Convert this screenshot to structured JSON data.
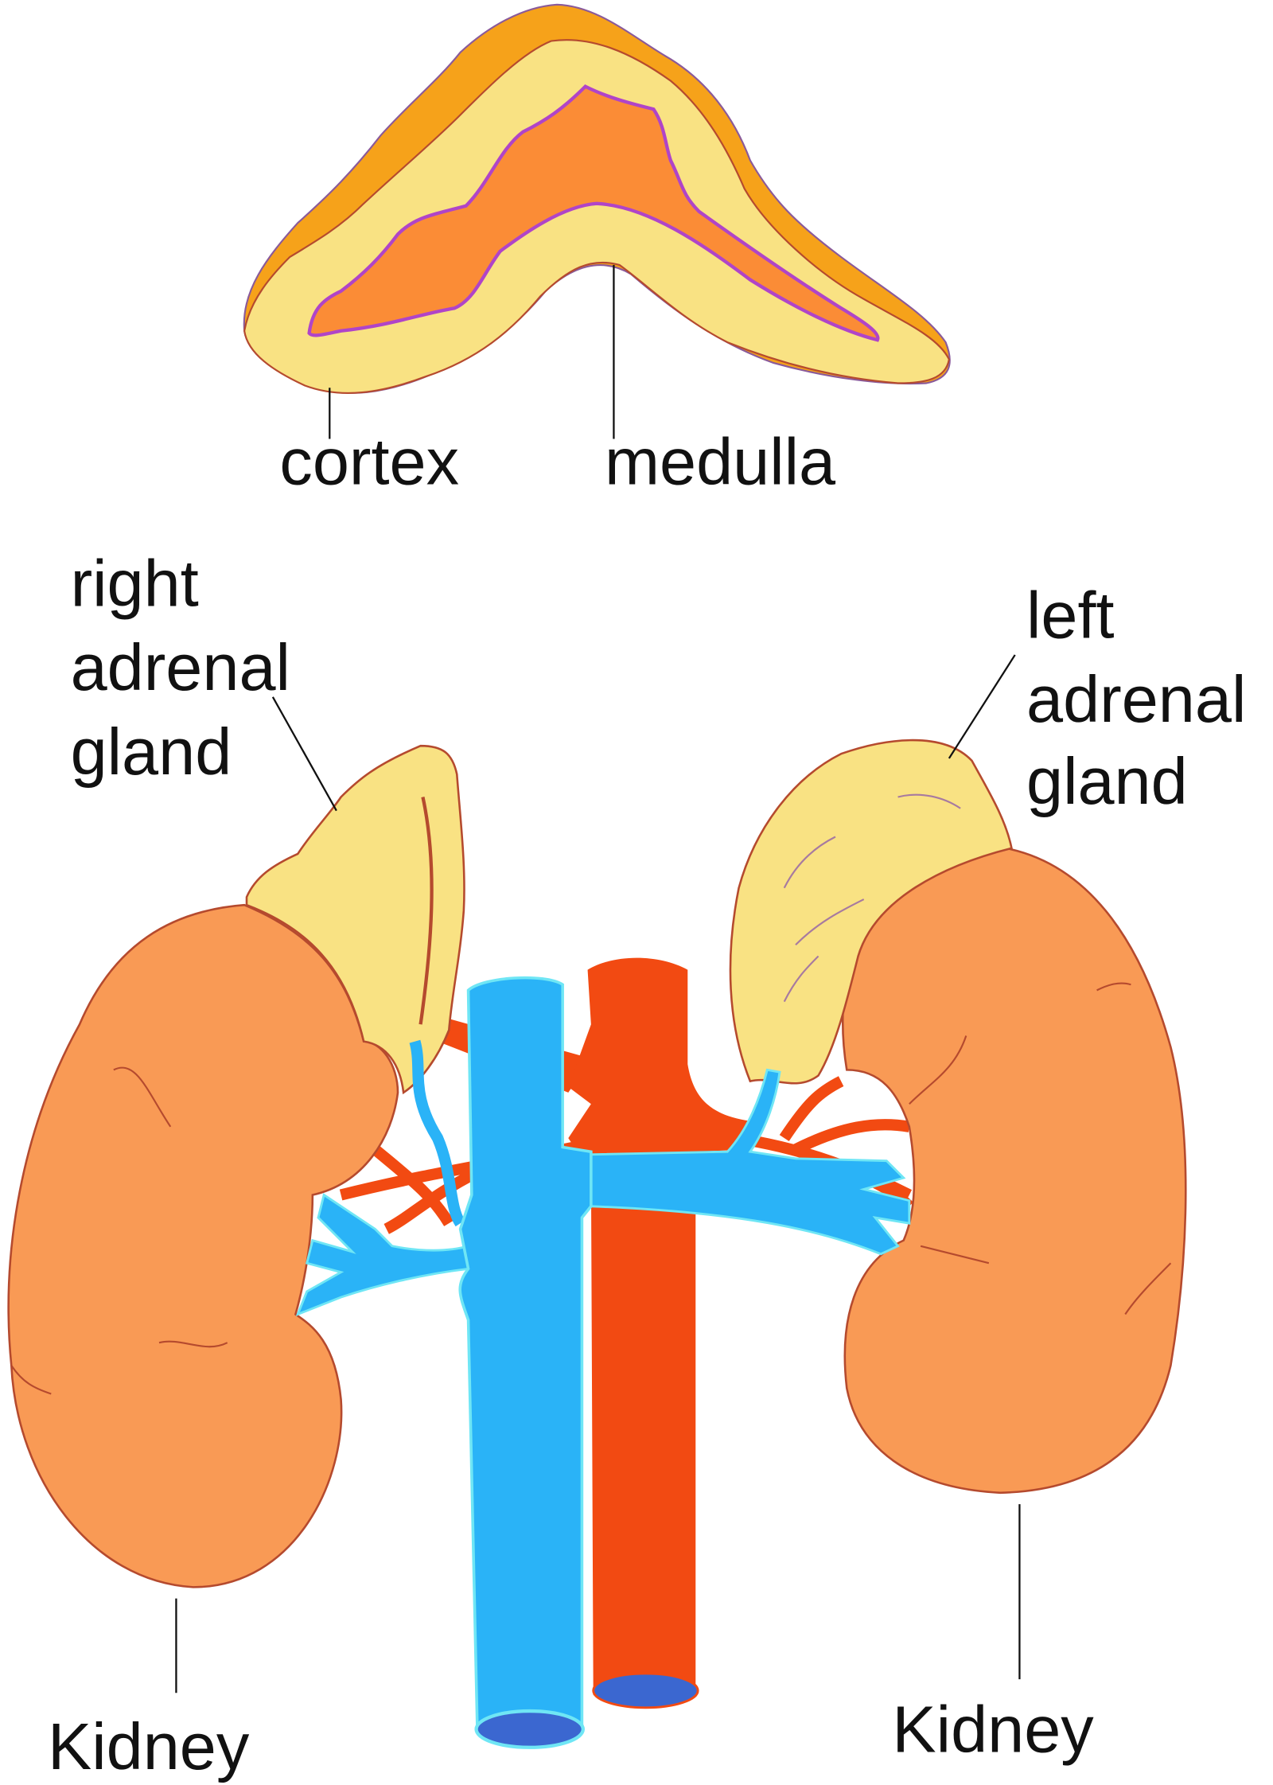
{
  "labels": {
    "cortex": "cortex",
    "medulla": "medulla",
    "right_adrenal": [
      "right",
      "adrenal",
      "gland"
    ],
    "left_adrenal": [
      "left",
      "adrenal",
      "gland"
    ],
    "kidney_left": "Kidney",
    "kidney_right": "Kidney"
  },
  "colors": {
    "kidney": "#f99a55",
    "adrenal": "#f9e283",
    "cortex_outer": "#f6a21a",
    "medulla": "#fb8c36",
    "medulla_border": "#b044c8",
    "vein": "#2ab3f7",
    "vein_edge": "#6fe6f5",
    "artery": "#f24a12",
    "outline": "#b54a2e"
  }
}
